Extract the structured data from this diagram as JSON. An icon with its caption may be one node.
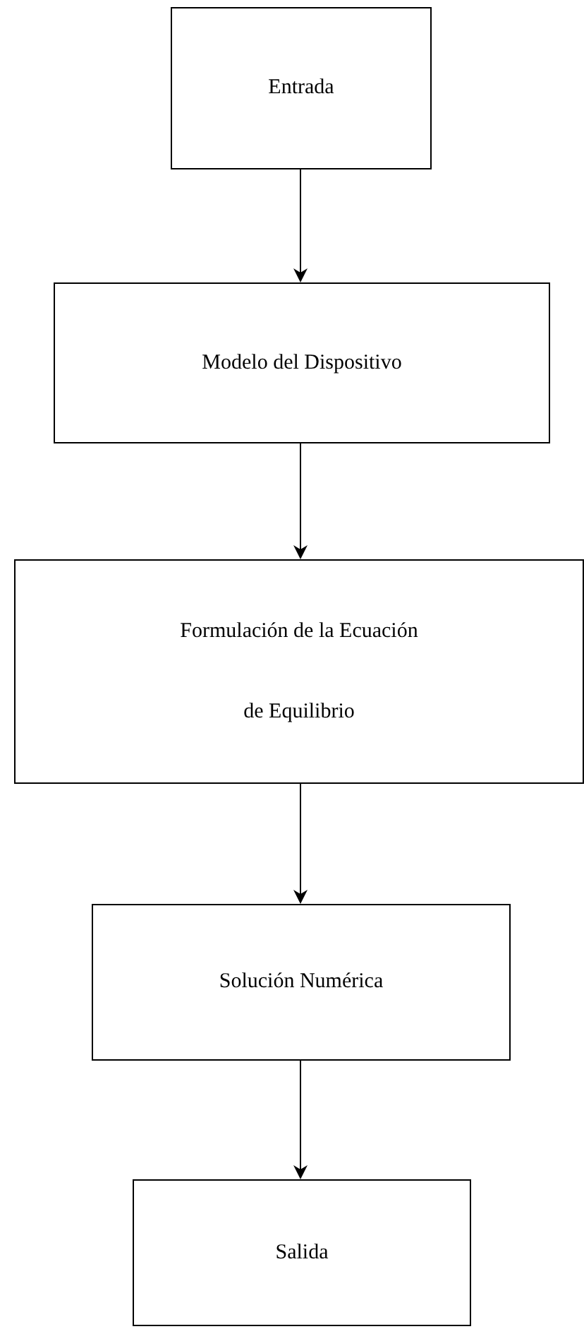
{
  "diagram": {
    "nodes": [
      {
        "text": [
          "Entrada"
        ]
      },
      {
        "text": [
          "Modelo del Dispositivo"
        ]
      },
      {
        "text": [
          "Formulación de la Ecuación de Equilibrio"
        ]
      },
      {
        "text": [
          "Solución Numérica"
        ]
      },
      {
        "text": [
          "Salida"
        ]
      }
    ],
    "edges": [
      {
        "from": 0,
        "to": 1,
        "arrow": "to"
      },
      {
        "from": 1,
        "to": 2,
        "arrow": "to"
      },
      {
        "from": 2,
        "to": 3,
        "arrow": "to"
      },
      {
        "from": 3,
        "to": 4,
        "arrow": "to"
      }
    ]
  }
}
